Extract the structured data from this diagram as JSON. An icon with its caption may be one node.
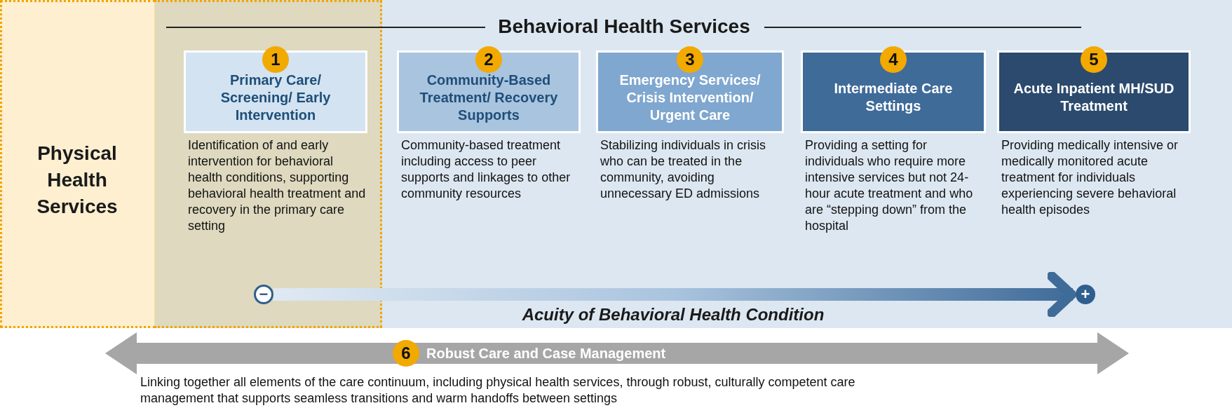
{
  "diagram": {
    "nodes": [
      {
        "text": [
          "Physical Health Services"
        ]
      },
      {
        "text": [
          "Behavioral Health Services"
        ]
      },
      {
        "text": [
          "1",
          "Primary Care/ Screening/ Early Intervention",
          "Identification of and early intervention for behavioral health conditions, supporting behavioral health treatment and recovery in the primary care setting"
        ],
        "in": 1
      },
      {
        "text": [
          "2",
          "Community-Based Treatment/ Recovery Supports",
          "Community-based treatment including access to peer supports and linkages to other community resources"
        ],
        "in": 1
      },
      {
        "text": [
          "3",
          "Emergency Services/ Crisis Intervention/ Urgent Care",
          "Stabilizing individuals in crisis who can be treated in the community, avoiding unnecessary ED admissions"
        ],
        "in": 1
      },
      {
        "text": [
          "4",
          "Intermediate Care Settings",
          "Providing a setting for individuals who require more intensive services but not 24-hour acute treatment and who are “stepping down” from the hospital"
        ],
        "in": 1
      },
      {
        "text": [
          "5",
          "Acute Inpatient MH/SUD Treatment",
          "Providing medically intensive or medically monitored acute treatment for individuals experiencing severe behavioral health episodes"
        ],
        "in": 1
      },
      {
        "text": [
          "−"
        ],
        "in": 1
      },
      {
        "text": [
          "+"
        ],
        "in": 1
      },
      {
        "text": [
          "6",
          "Robust Care and Case Management",
          "Linking together all elements of the care continuum, including physical health services, through robust, culturally competent care management that supports seamless transitions and warm handoffs between settings"
        ]
      }
    ],
    "edges": [
      {
        "from": 7,
        "to": 8,
        "arrow": "to",
        "label": "Acuity of Behavioral Health Condition"
      }
    ]
  }
}
